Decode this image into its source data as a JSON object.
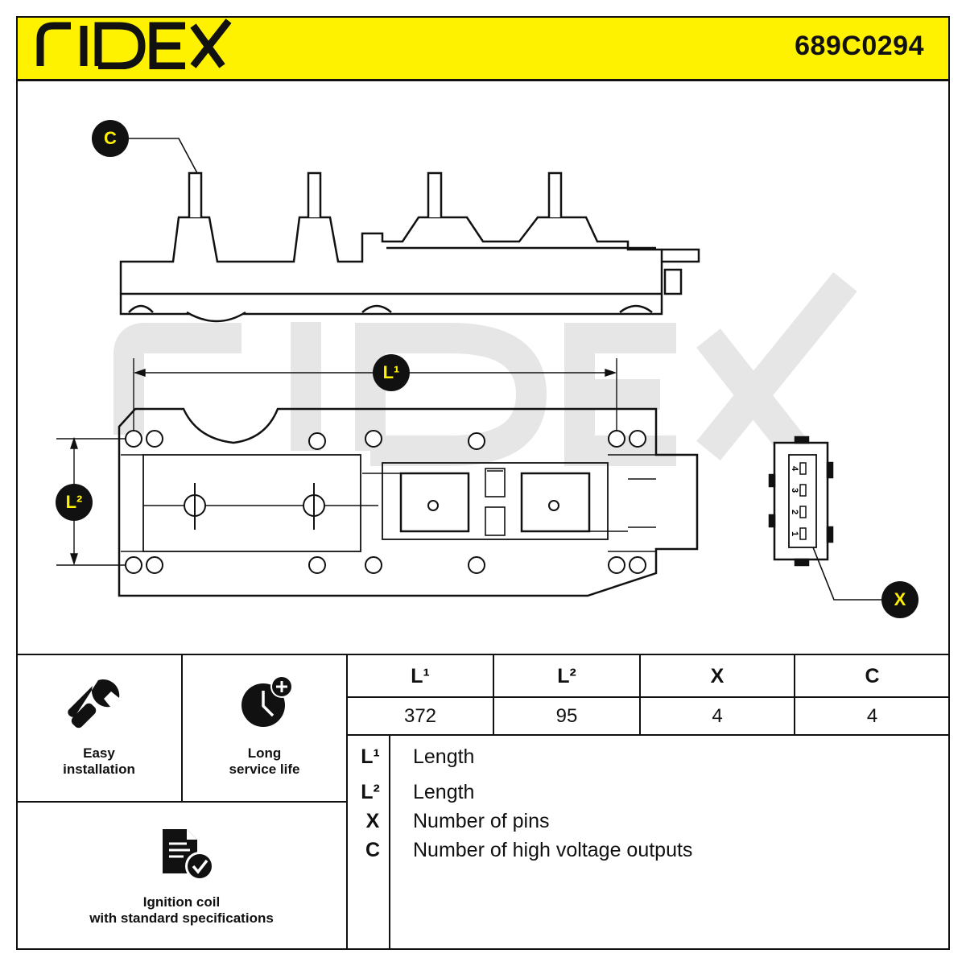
{
  "header": {
    "brand": "RIDEX",
    "part_number": "689C0294",
    "colors": {
      "accent": "#fff200",
      "line": "#111111",
      "watermark": "#e6e6e6"
    }
  },
  "diagram": {
    "callouts": {
      "c": "C",
      "x": "X",
      "l1": "L¹",
      "l2": "L²"
    },
    "connector_pins": [
      "4",
      "3",
      "2",
      "1"
    ]
  },
  "features": [
    {
      "icon": "wrench-icon",
      "label_line1": "Easy",
      "label_line2": "installation"
    },
    {
      "icon": "clock-plus-icon",
      "label_line1": "Long",
      "label_line2": "service life"
    },
    {
      "icon": "document-check-icon",
      "label_line1": "Ignition coil",
      "label_line2": "with standard specifications"
    }
  ],
  "specs": {
    "headers": [
      "L¹",
      "L²",
      "X",
      "C"
    ],
    "values": [
      "372",
      "95",
      "4",
      "4"
    ]
  },
  "legend": [
    {
      "key": "L¹",
      "desc": "Length"
    },
    {
      "key": "L²",
      "desc": "Length"
    },
    {
      "key": "X",
      "desc": "Number of pins"
    },
    {
      "key": "C",
      "desc": "Number of high voltage outputs"
    }
  ]
}
